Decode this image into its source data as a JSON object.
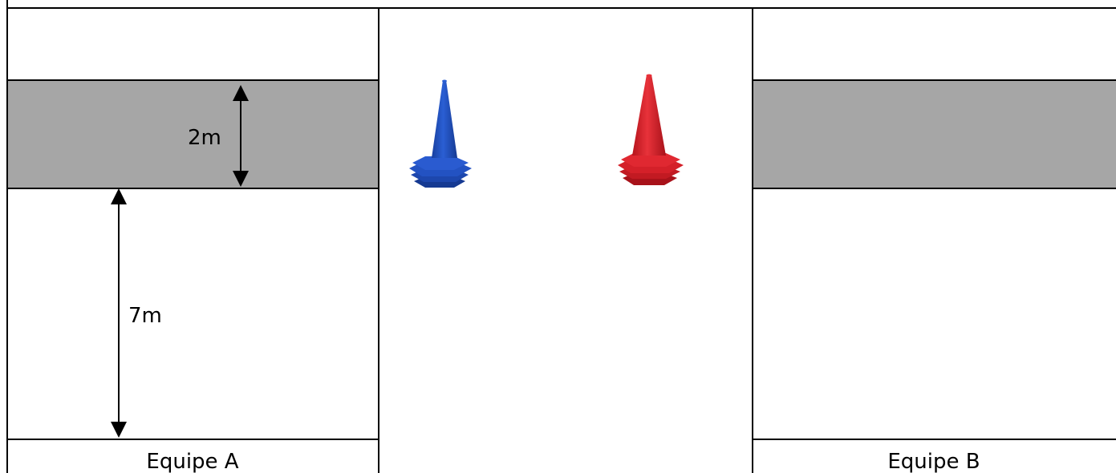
{
  "colors": {
    "grey_zone": "#a6a6a6",
    "line": "#000000",
    "blue_cone": "#1f4fbf",
    "red_cone": "#d8202a"
  },
  "dimensions": {
    "grey_zone_width": "2m",
    "distance_to_zone": "7m"
  },
  "teams": {
    "team_a": "Equipe A",
    "team_b": "Equipe B"
  },
  "icons": {
    "left_cone": "blue-cone-stack-icon",
    "right_cone": "red-cone-stack-icon"
  }
}
